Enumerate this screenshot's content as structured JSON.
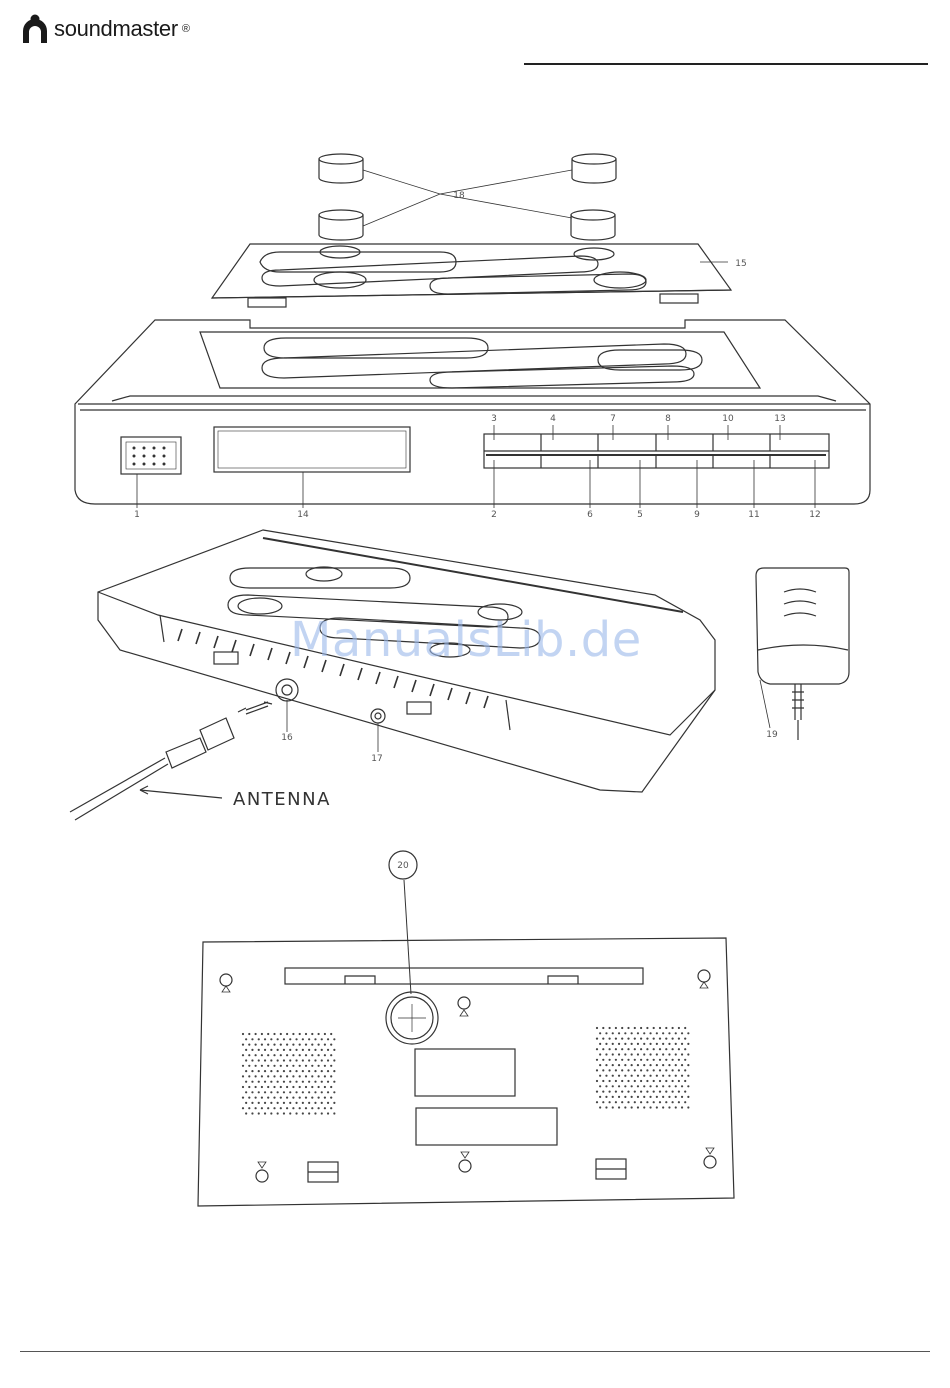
{
  "header": {
    "brand": "soundmaster",
    "registered": "®"
  },
  "watermark": "ManualsLib.de",
  "antenna_label": "ANTENNA",
  "callouts": {
    "c1": "1",
    "c2": "2",
    "c3": "3",
    "c4": "4",
    "c5": "5",
    "c6": "6",
    "c7": "7",
    "c8": "8",
    "c9": "9",
    "c10": "10",
    "c11": "11",
    "c12": "12",
    "c13": "13",
    "c14": "14",
    "c15": "15",
    "c16": "16",
    "c17": "17",
    "c18": "18",
    "c19": "19",
    "c20": "20"
  }
}
